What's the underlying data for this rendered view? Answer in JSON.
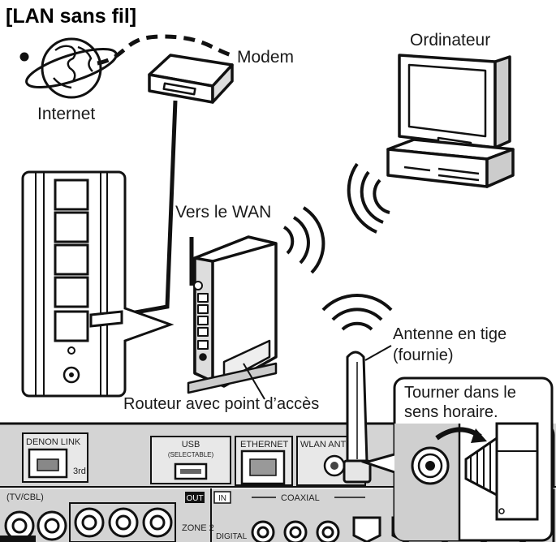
{
  "title": "[LAN sans fil]",
  "labels": {
    "internet": "Internet",
    "modem": "Modem",
    "computer": "Ordinateur",
    "wan": "Vers le WAN",
    "router": "Routeur avec point d’accès",
    "antenna_line1": "Antenne en tige",
    "antenna_line2": "(fournie)",
    "rotate_line1": "Tourner dans le",
    "rotate_line2": "sens horaire."
  },
  "panel": {
    "denon_link": "DENON LINK",
    "third": "3rd",
    "usb": "USB",
    "selectable": "(SELECTABLE)",
    "ethernet": "ETHERNET",
    "wlan": "WLAN ANTE",
    "tv_cbl": "(TV/CBL)",
    "out": "OUT",
    "in": "IN",
    "coaxial": "COAXIAL",
    "zone2": "ZONE 2",
    "digital": "DIGITAL"
  }
}
